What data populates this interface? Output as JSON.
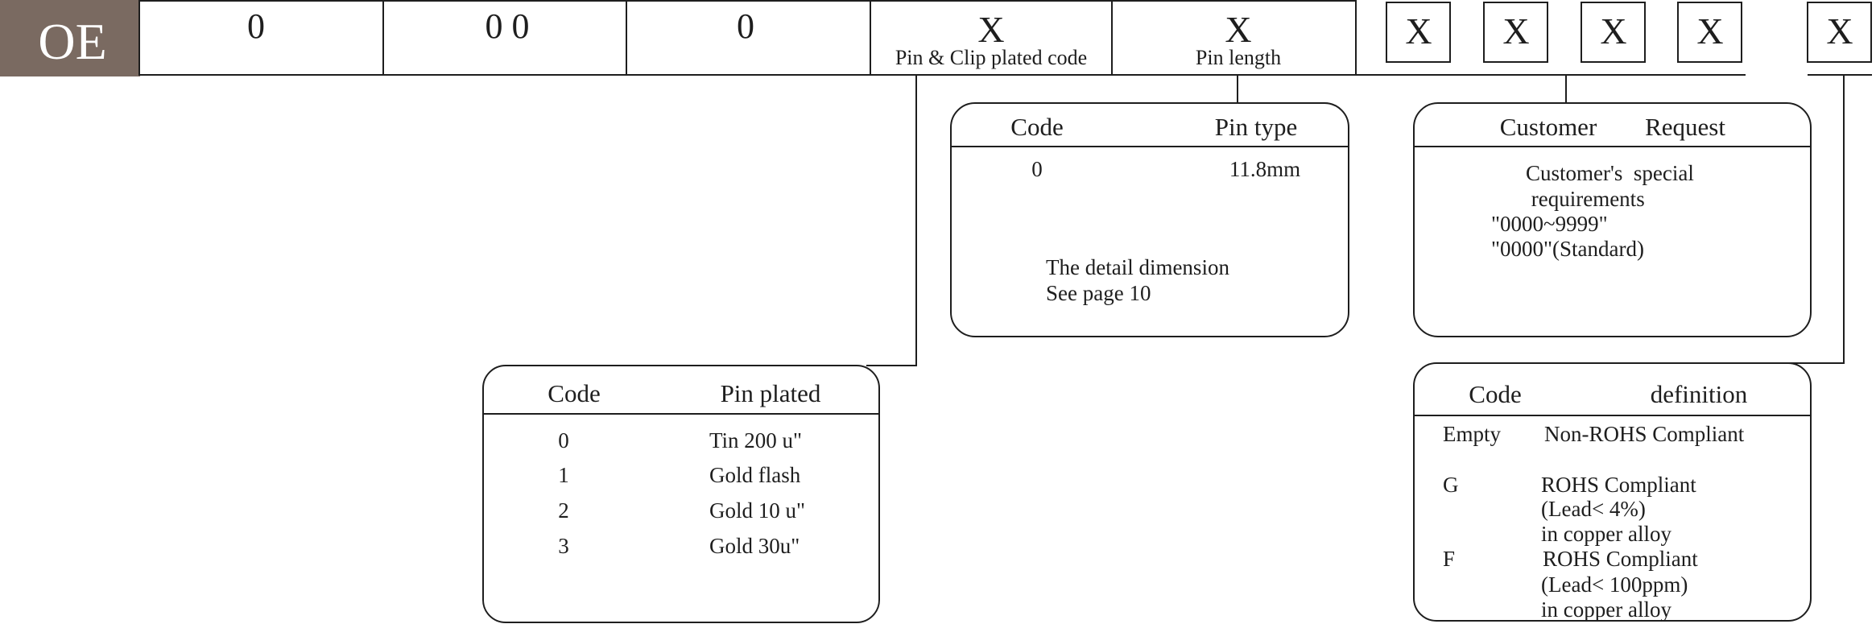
{
  "part_number": {
    "prefix": "OE",
    "prefix_color": "#7a6a61",
    "fields": [
      "0",
      "0 0",
      "0"
    ],
    "pin_clip_field": {
      "value": "X",
      "label": "Pin & Clip plated code"
    },
    "pin_length_field": {
      "value": "X",
      "label": "Pin length"
    },
    "customer_fields": [
      "X",
      "X",
      "X",
      "X"
    ],
    "rohs_field": "X"
  },
  "pin_type_table": {
    "headers": {
      "code": "Code",
      "type": "Pin type"
    },
    "row": {
      "code": "0",
      "value": "11.8mm"
    },
    "note_line1": "The detail dimension",
    "note_line2": "See page 10"
  },
  "customer_table": {
    "headers": {
      "customer": "Customer",
      "request": "Request"
    },
    "lines": [
      "Customer's  special",
      " requirements",
      "\"0000~9999\"",
      "\"0000\"(Standard)"
    ]
  },
  "pin_plated_table": {
    "headers": {
      "code": "Code",
      "plated": "Pin plated"
    },
    "rows": [
      {
        "code": "0",
        "value": "Tin 200 u\""
      },
      {
        "code": "1",
        "value": "Gold flash"
      },
      {
        "code": "2",
        "value": "Gold 10 u\""
      },
      {
        "code": "3",
        "value": "Gold 30u\""
      }
    ]
  },
  "definition_table": {
    "headers": {
      "code": "Code",
      "definition": "definition"
    },
    "rows": [
      {
        "code": "Empty",
        "lines": [
          "Non-ROHS Compliant"
        ]
      },
      {
        "code": "G",
        "lines": [
          "ROHS Compliant",
          "(Lead< 4%)",
          "in copper alloy"
        ]
      },
      {
        "code": "F",
        "lines": [
          "ROHS Compliant",
          "(Lead< 100ppm)",
          "in copper alloy"
        ]
      }
    ]
  },
  "colors": {
    "line": "#1e1e1e",
    "prefix_text": "#ffffff"
  }
}
